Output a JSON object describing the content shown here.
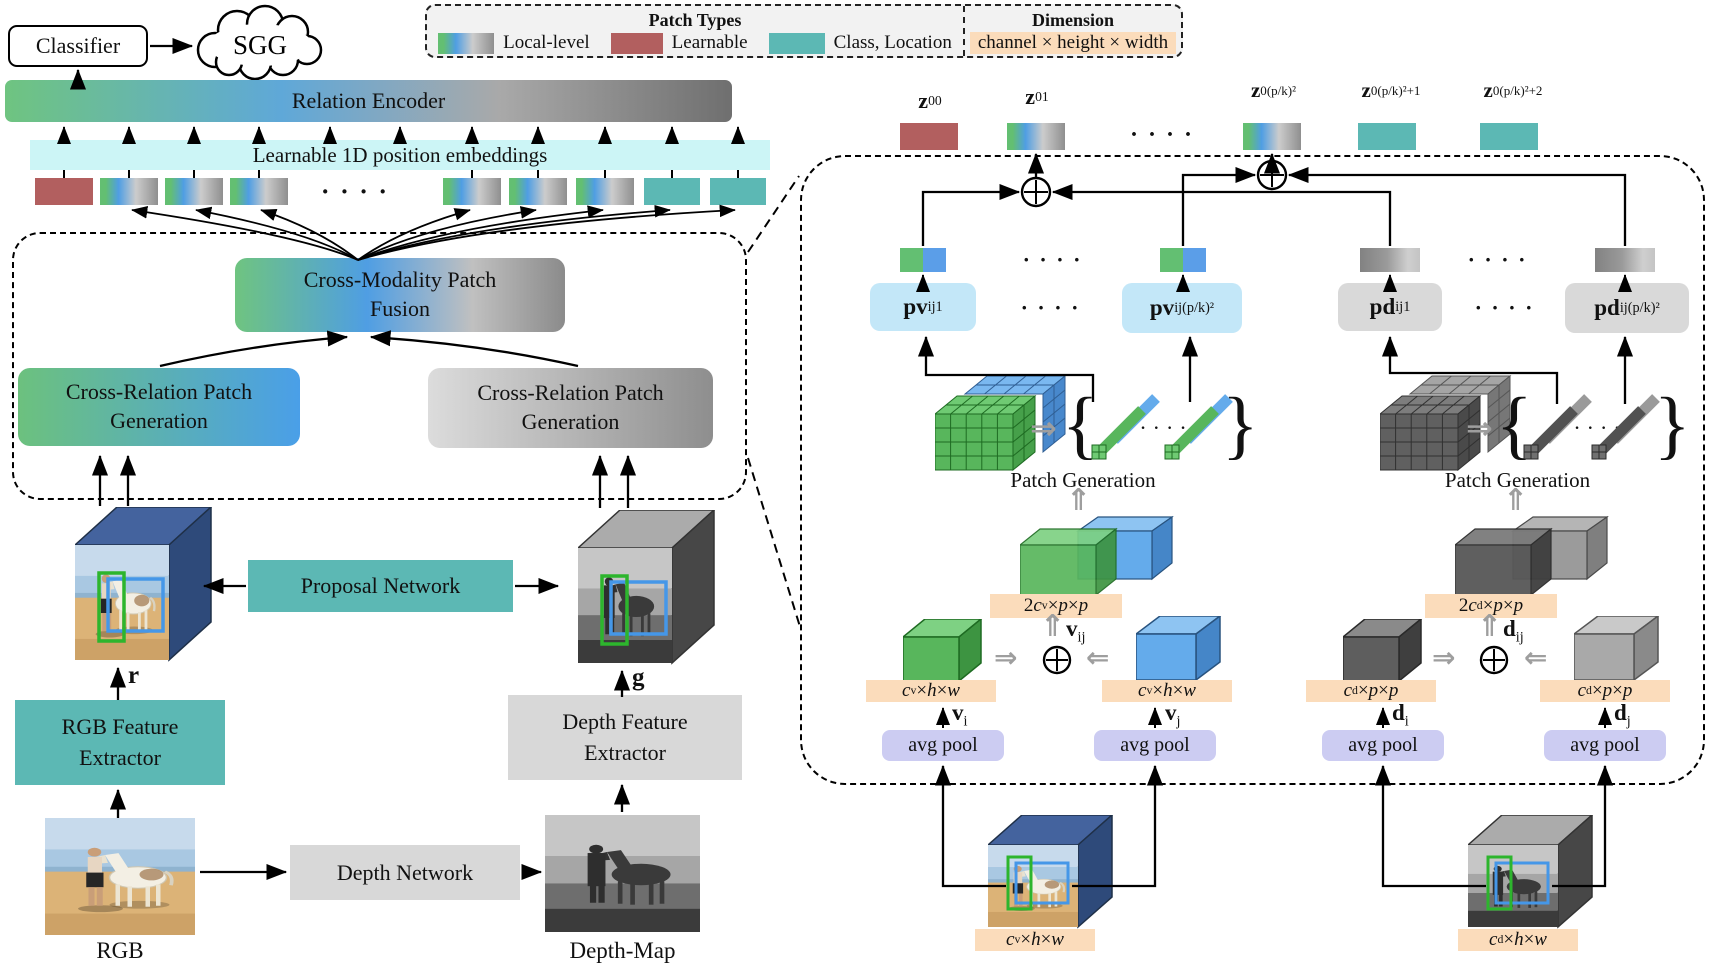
{
  "legend": {
    "patch_types_title": "Patch Types",
    "local_level": "Local-level",
    "learnable": "Learnable",
    "class_location": "Class, Location",
    "dimension_title": "Dimension",
    "dimension_formula": "channel × height × width"
  },
  "colors": {
    "teal": "#5cb8b4",
    "maroon": "#b25f5f",
    "light_blue_box": "#c3e7f8",
    "light_gray_box": "#d9d9d9",
    "lavender_pool": "#ccccf2",
    "cyan_bar": "#ccf5f6",
    "dim_label_bg": "#fbdcbb",
    "green": "#63bf72",
    "blue": "#4f9ee3"
  },
  "top": {
    "classifier": "Classifier",
    "sgg": "SGG",
    "relation_encoder": "Relation Encoder",
    "position_embeddings": "Learnable 1D position embeddings"
  },
  "left": {
    "fusion_line1": "Cross-Modality Patch",
    "fusion_line2": "Fusion",
    "gen_line1": "Cross-Relation Patch",
    "gen_line2": "Generation",
    "proposal_network": "Proposal Network",
    "rgb_extractor_line1": "RGB Feature",
    "rgb_extractor_line2": "Extractor",
    "depth_extractor_line1": "Depth Feature",
    "depth_extractor_line2": "Extractor",
    "depth_network": "Depth Network",
    "r_label": "r",
    "g_label": "g",
    "rgb_caption": "RGB",
    "depth_caption": "Depth-Map"
  },
  "right": {
    "dots": "· · · ·",
    "tokens": {
      "z0": "<b>z</b><sub>0</sub><sup>0</sup>",
      "z1": "<b>z</b><sub>0</sub><sup>1</sup>",
      "zpk": "<b>z</b><sub>0</sub><sup>(p/k)²</sup>",
      "zpk1": "<b>z</b><sub>0</sub><sup>(p/k)²+1</sup>",
      "zpk2": "<b>z</b><sub>0</sub><sup>(p/k)²+2</sup>"
    },
    "pv1": "<b>pv</b><sub>ij</sub><sup>1</sup>",
    "pv2": "<b>pv</b><sub>ij</sub><sup>(p/k)²</sup>",
    "pd1": "<b>pd</b><sub>ij</sub><sup>1</sup>",
    "pd2": "<b>pd</b><sub>ij</sub><sup>(p/k)²</sup>",
    "patch_generation": "Patch Generation",
    "avg_pool": "avg pool",
    "v_i": "<b>v</b><sub>i</sub>",
    "v_j": "<b>v</b><sub>j</sub>",
    "v_ij": "<b>v</b><sub>ij</sub>",
    "d_i": "<b>d</b><sub>i</sub>",
    "d_j": "<b>d</b><sub>j</sub>",
    "d_ij": "<b>d</b><sub>ij</sub>",
    "dim_2cv": "2<i>c</i><sub>v</sub> × <i>p</i> × <i>p</i>",
    "dim_cv_hw": "<i>c</i><sub>v</sub> × <i>h</i> × <i>w</i>",
    "dim_2cd": "2<i>c</i><sub>d</sub> × <i>p</i> × <i>p</i>",
    "dim_cd_pp": "<i>c</i><sub>d</sub> × <i>p</i> × <i>p</i>",
    "dim_cd_hw": "<i>c</i><sub>d</sub> × <i>h</i> × <i>w</i>"
  }
}
